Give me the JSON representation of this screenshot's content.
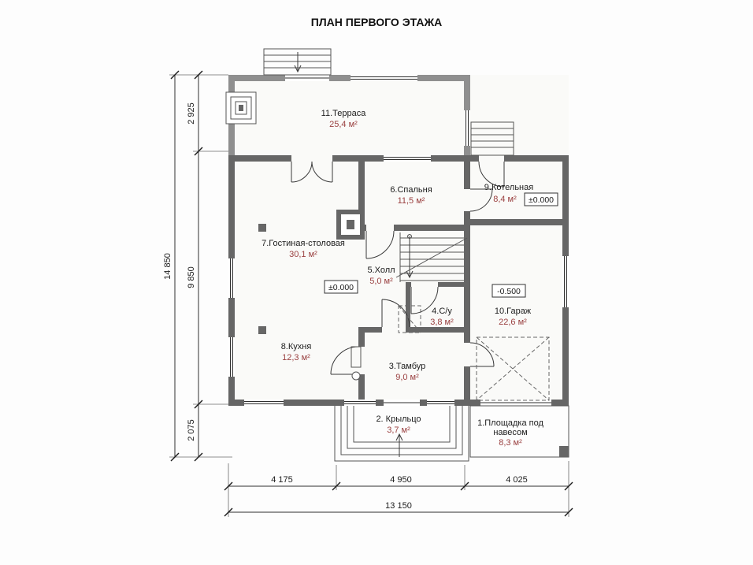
{
  "title": "ПЛАН ПЕРВОГО ЭТАЖА",
  "rooms": {
    "terrace": {
      "name": "11.Терраса",
      "area": "25,4 м²"
    },
    "bedroom": {
      "name": "6.Спальня",
      "area": "11,5 м²"
    },
    "boiler": {
      "name": "9.Котельная",
      "area": "8,4 м²",
      "level": "±0.000"
    },
    "living": {
      "name": "7.Гостиная-столовая",
      "area": "30,1 м²",
      "level": "±0.000"
    },
    "hall": {
      "name": "5.Холл",
      "area": "5,0 м²"
    },
    "wc": {
      "name": "4.С/у",
      "area": "3,8 м²"
    },
    "garage": {
      "name": "10.Гараж",
      "area": "22,6 м²",
      "level": "-0.500"
    },
    "kitchen": {
      "name": "8.Кухня",
      "area": "12,3 м²"
    },
    "tambour": {
      "name": "3.Тамбур",
      "area": "9,0 м²"
    },
    "porch": {
      "name": "2. Крыльцо",
      "area": "3,7 м²"
    },
    "canopy": {
      "name_line1": "1.Площадка под",
      "name_line2": "навесом",
      "area": "8,3 м²"
    }
  },
  "dimensions": {
    "total_height": "14 850",
    "terrace_depth": "2 925",
    "house_depth": "9 850",
    "porch_depth": "2 075",
    "width_left": "4 175",
    "width_center": "4 950",
    "width_right": "4 025",
    "total_width": "13 150"
  },
  "colors": {
    "wall": "#666666",
    "terrace_wall": "#8f8f8f",
    "area_text": "#9a4040",
    "background": "#fdfdfd"
  }
}
